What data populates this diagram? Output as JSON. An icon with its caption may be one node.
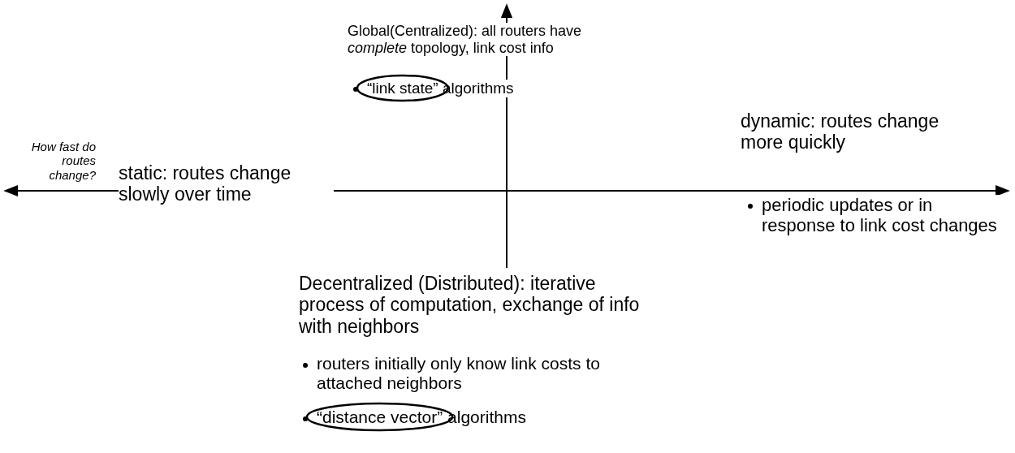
{
  "diagram": {
    "labels": [
      "Global(Centralized): all routers have *complete* topology, link cost info",
      "“link state” algorithms",
      "How fast do routes change?",
      "dynamic: routes change more quickly",
      "periodic updates or in response to link cost changes",
      "static: routes change slowly over time",
      "Decentralized (Distributed): iterative process of computation, exchange of info with neighbors",
      "routers initially only know link costs to attached neighbors",
      "“distance vector” algorithms"
    ]
  }
}
